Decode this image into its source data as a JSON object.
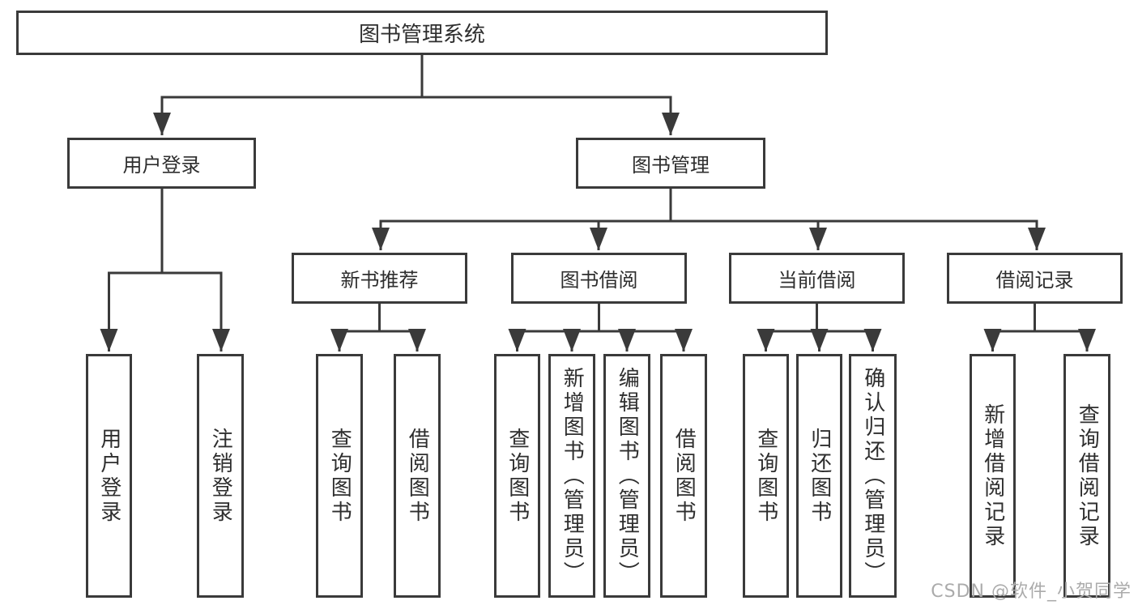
{
  "tree": {
    "root": {
      "label": "图书管理系统"
    },
    "level2": [
      {
        "id": "user-login",
        "label": "用户登录",
        "leaves": [
          "用户登录",
          "注销登录"
        ]
      },
      {
        "id": "book-management",
        "label": "图书管理",
        "sections": [
          {
            "id": "new-book-recommend",
            "label": "新书推荐",
            "leaves": [
              "查询图书",
              "借阅图书"
            ]
          },
          {
            "id": "book-borrow",
            "label": "图书借阅",
            "leaves": [
              "查询图书",
              "新增图书（管理员）",
              "编辑图书（管理员）",
              "借阅图书"
            ]
          },
          {
            "id": "current-borrow",
            "label": "当前借阅",
            "leaves": [
              "查询图书",
              "归还图书",
              "确认归还（管理员）"
            ]
          },
          {
            "id": "borrow-records",
            "label": "借阅记录",
            "leaves": [
              "新增借阅记录",
              "查询借阅记录"
            ]
          }
        ]
      }
    ]
  },
  "watermark": "CSDN @软件_小贺同学",
  "colors": {
    "line": "#3a3a3a",
    "text": "#2e2e2e",
    "watermark": "#ababab",
    "background": "#ffffff"
  }
}
